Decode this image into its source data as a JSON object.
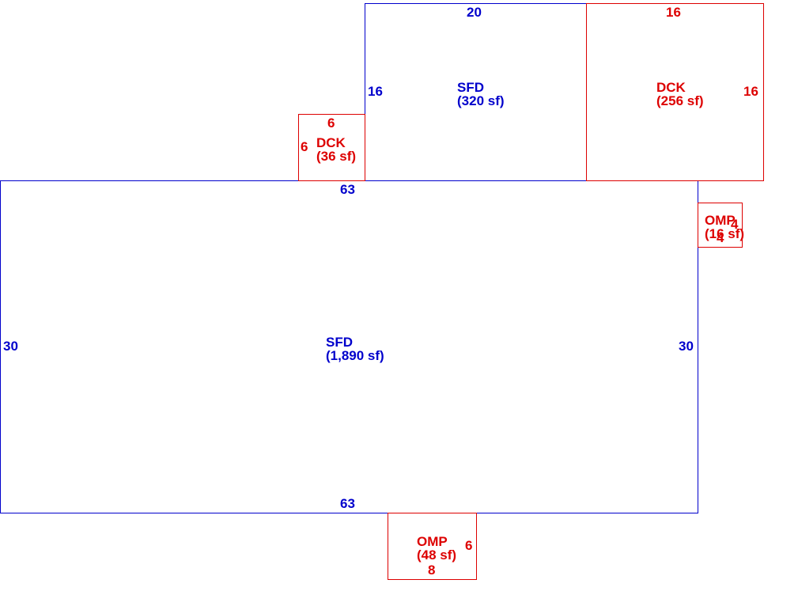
{
  "colors": {
    "sfd": "#0000cc",
    "addon": "#dd0000",
    "background": "#ffffff"
  },
  "areas": {
    "sfd_main": {
      "code": "SFD",
      "area": "(1,890 sf)",
      "dim_top": "63",
      "dim_bottom": "63",
      "dim_left": "30",
      "dim_right": "30"
    },
    "sfd_upper": {
      "code": "SFD",
      "area": "(320 sf)",
      "dim_top": "20",
      "dim_left": "16"
    },
    "dck_large": {
      "code": "DCK",
      "area": "(256 sf)",
      "dim_top": "16",
      "dim_right": "16"
    },
    "dck_small": {
      "code": "DCK",
      "area": "(36 sf)",
      "dim_top": "6",
      "dim_left": "6"
    },
    "omp_small": {
      "code": "OMP",
      "area": "(16 sf)",
      "dim_right": "4",
      "dim_bottom": "4"
    },
    "omp_bottom": {
      "code": "OMP",
      "area": "(48 sf)",
      "dim_right": "6",
      "dim_bottom": "8"
    }
  }
}
